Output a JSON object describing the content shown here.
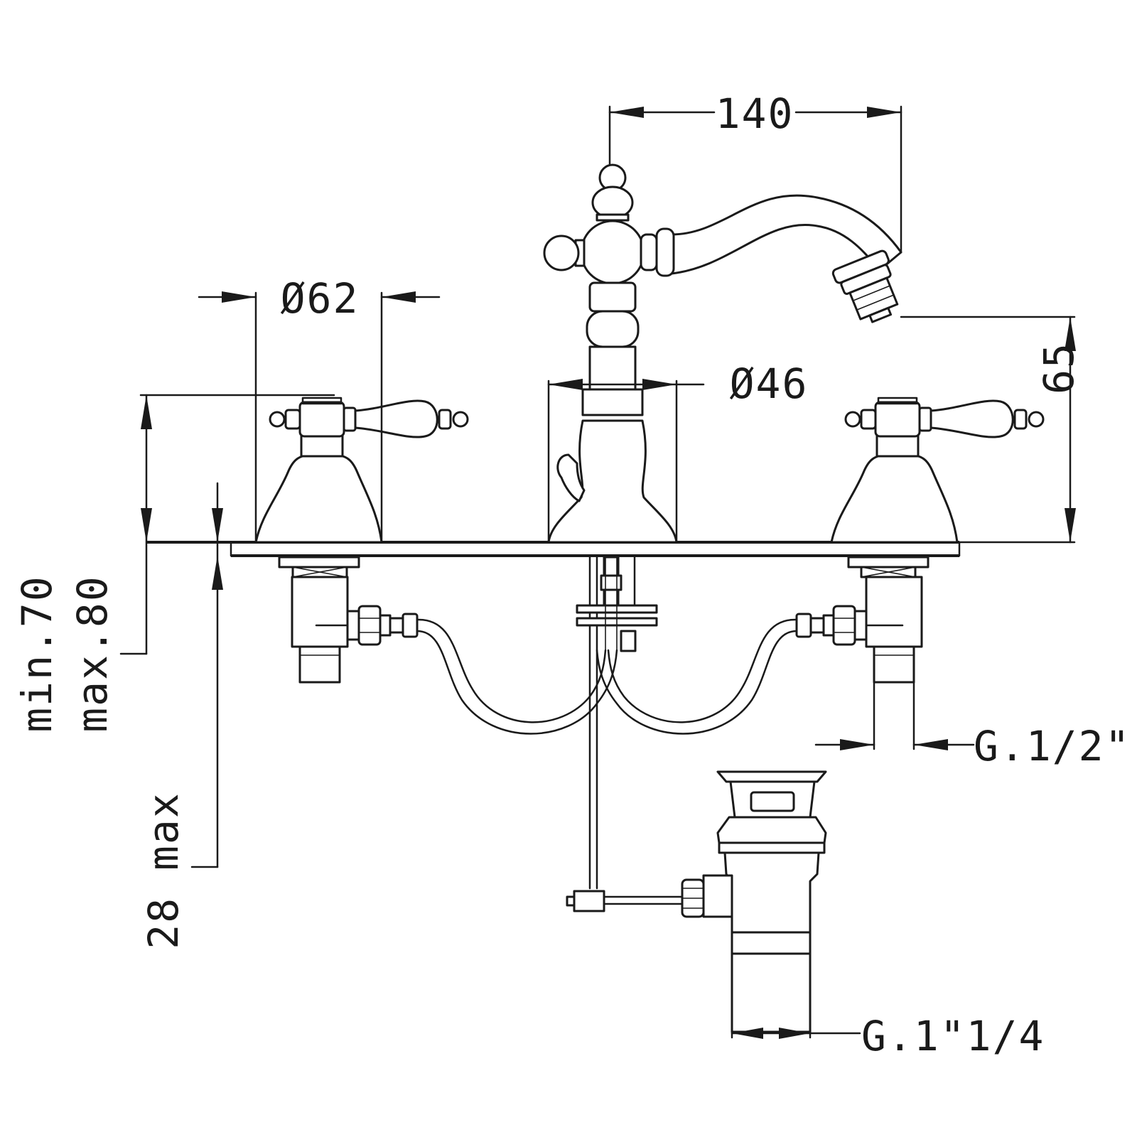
{
  "dimensions": {
    "spout_reach": "140",
    "handle_diameter": "Ø62",
    "spout_base_diameter": "Ø46",
    "spout_height": "65",
    "deck_thickness_min": "min.70",
    "deck_thickness_max": "max.80",
    "below_deck_max": "28 max",
    "supply_thread": "G.1/2\"",
    "waste_thread": "G.1\"1/4"
  }
}
